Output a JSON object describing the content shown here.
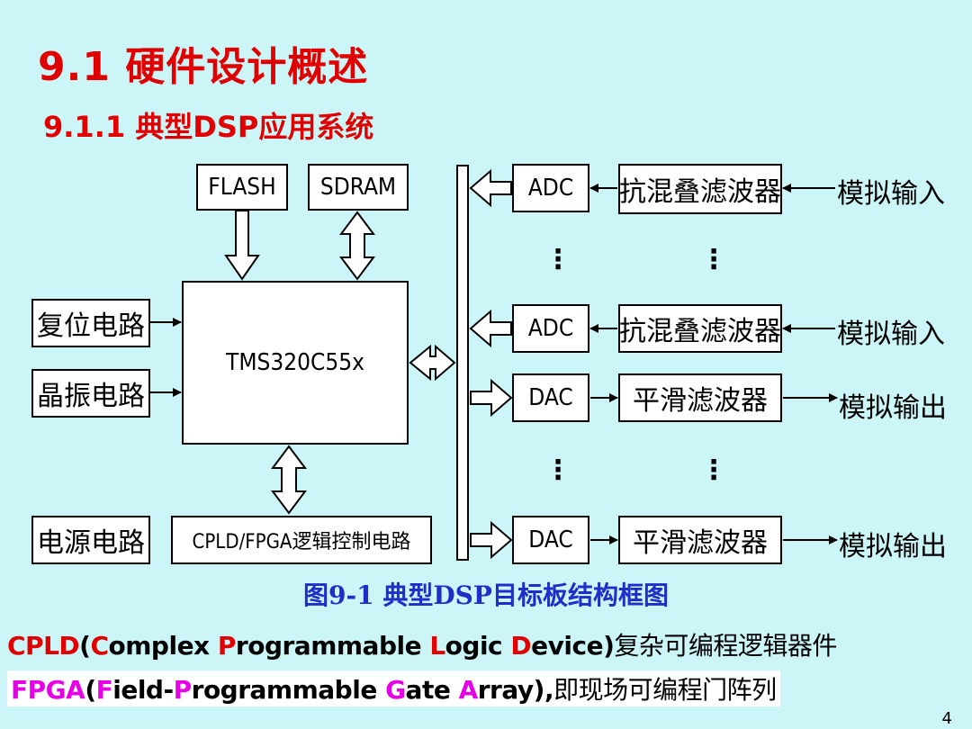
{
  "title": "9.1 硬件设计概述",
  "subtitle": "9.1.1 典型DSP应用系统",
  "diagram": {
    "flash": "FLASH",
    "sdram": "SDRAM",
    "cpu": "TMS320C55x",
    "reset": "复位电路",
    "crystal": "晶振电路",
    "power": "电源电路",
    "cpld": "CPLD/FPGA逻辑控制电路",
    "adc1": "ADC",
    "adc2": "ADC",
    "dac1": "DAC",
    "dac2": "DAC",
    "aa_filter1": "抗混叠滤波器",
    "aa_filter2": "抗混叠滤波器",
    "smooth_filter1": "平滑滤波器",
    "smooth_filter2": "平滑滤波器",
    "analog_in1": "模拟输入",
    "analog_in2": "模拟输入",
    "analog_out1": "模拟输出",
    "analog_out2": "模拟输出",
    "ellipsis": "⋮"
  },
  "caption": "图9-1 典型DSP目标板结构框图",
  "cpld_def": {
    "abbr": "CPLD",
    "open": "(",
    "c": "C",
    "c_rest": "omplex ",
    "p": "P",
    "p_rest": "rogrammable ",
    "l": "L",
    "l_rest": "ogic ",
    "d": "D",
    "d_rest": "evice)",
    "cn": "复杂可编程逻辑器件"
  },
  "fpga_def": {
    "abbr": "FPGA",
    "open": "(",
    "f": "F",
    "f_rest": "ield-",
    "p": "P",
    "p_rest": "rogrammable ",
    "g": "G",
    "g_rest": "ate ",
    "a": "A",
    "a_rest": "rray),",
    "cn": "即现场可编程门阵列"
  },
  "page_number": "4",
  "colors": {
    "background": "#ccf5f7",
    "title": "#e00000",
    "caption": "#1f2ec8",
    "fpga_highlight": "#e600e6"
  }
}
